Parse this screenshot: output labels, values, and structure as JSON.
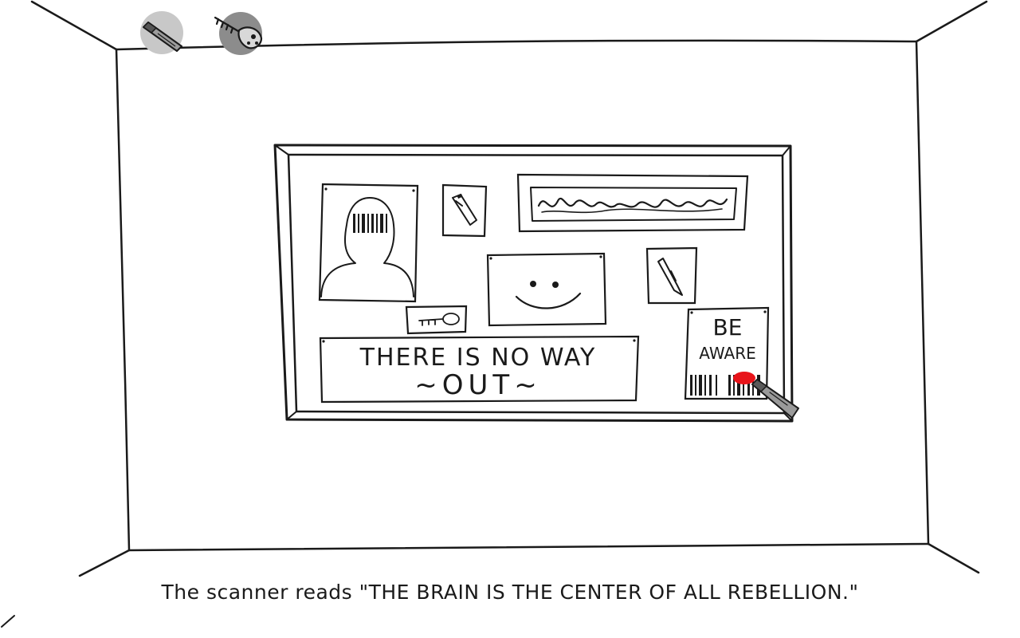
{
  "inventory": {
    "items": [
      {
        "name": "scanner",
        "icon": "scanner-icon",
        "slot_color": "#c8c8c8"
      },
      {
        "name": "key",
        "icon": "key-icon",
        "slot_color": "#8c8c8c"
      }
    ]
  },
  "board": {
    "poster_line1": "THERE IS NO WAY",
    "poster_line2": "~OUT~",
    "notice_line1": "BE",
    "notice_line2": "AWARE"
  },
  "caption": {
    "text": "The scanner reads \"THE BRAIN IS THE CENTER OF ALL REBELLION.\""
  },
  "colors": {
    "ink": "#1a1a1a",
    "scan_mark": "#e8141a",
    "background": "#ffffff"
  }
}
